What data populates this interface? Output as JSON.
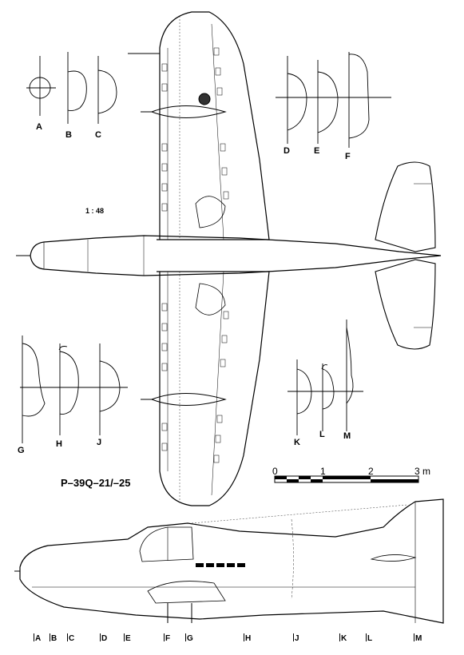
{
  "drawing": {
    "title": "P–39Q–21/–25",
    "scale_ratio": "1 : 48"
  },
  "scale_bar": {
    "labels": [
      "0",
      "1",
      "2",
      "3"
    ],
    "unit": "m"
  },
  "sections_top_left": [
    "A",
    "B",
    "C"
  ],
  "sections_top_right": [
    "D",
    "E",
    "F"
  ],
  "sections_lower_left": [
    "G",
    "H",
    "J"
  ],
  "sections_lower_right": [
    "K",
    "L",
    "M"
  ],
  "station_markers": [
    "A",
    "B",
    "C",
    "D",
    "E",
    "F",
    "G",
    "H",
    "J",
    "K",
    "L",
    "M"
  ]
}
